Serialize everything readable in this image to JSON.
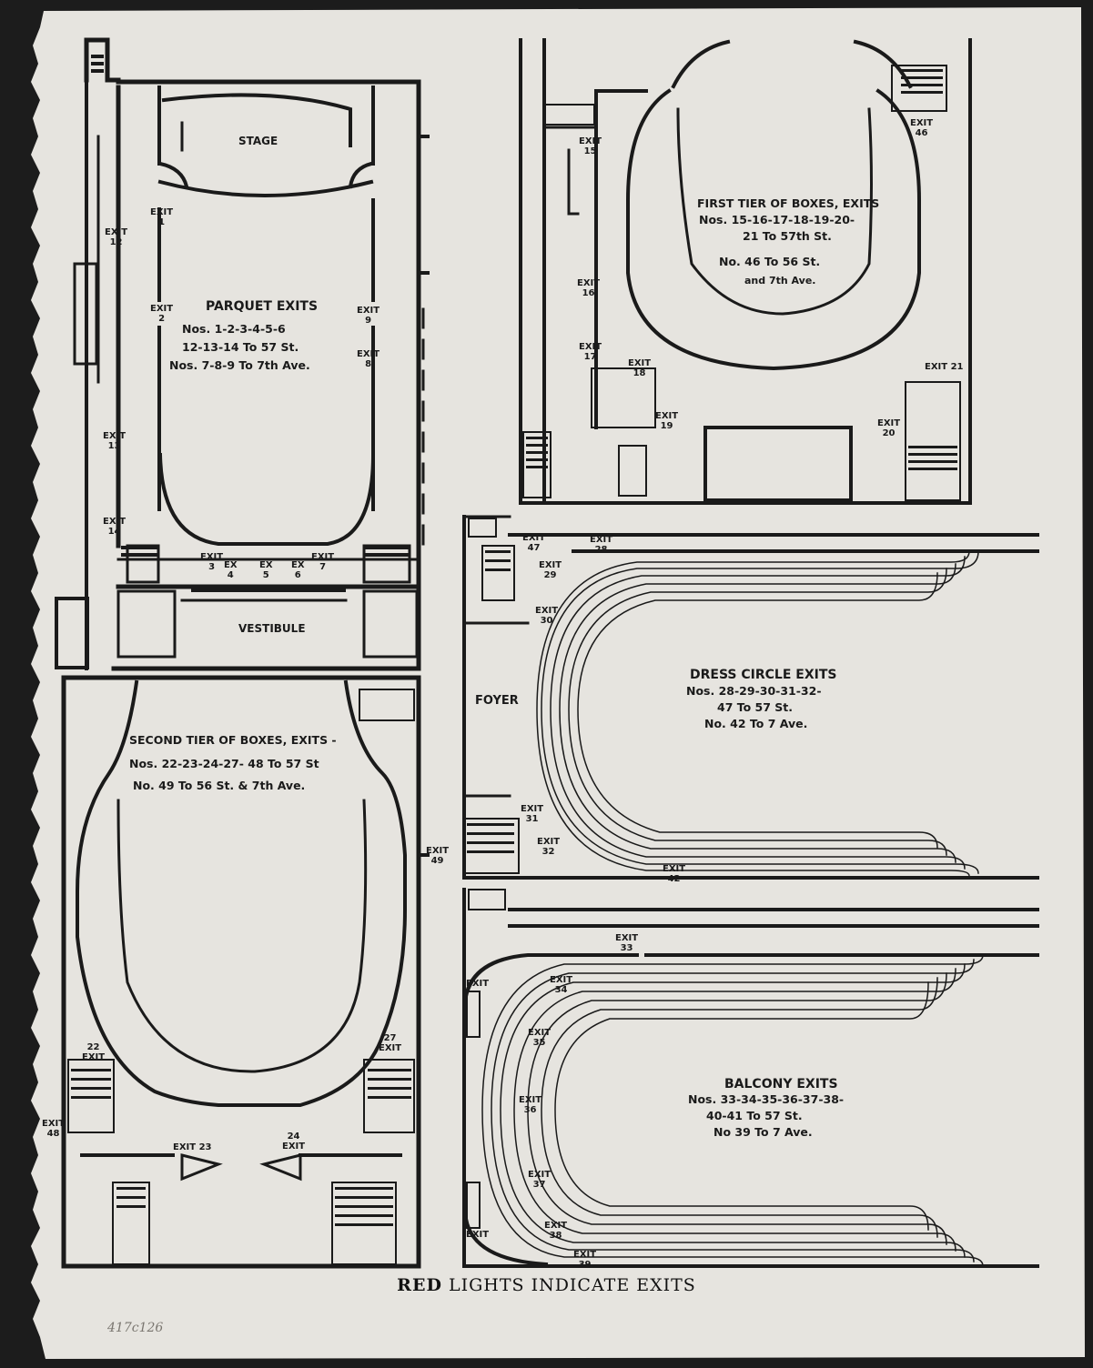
{
  "caption": {
    "emph": "RED",
    "rest": "LIGHTS INDICATE EXITS"
  },
  "pencil_note": "417c126",
  "parquet": {
    "stage": "STAGE",
    "vestibule": "VESTIBULE",
    "title": "PARQUET EXITS",
    "line1": "Nos. 1-2-3-4-5-6",
    "line2": "12-13-14 To 57 St.",
    "line3": "Nos. 7-8-9 To 7th Ave.",
    "exits": {
      "e1": "EXIT\n1",
      "e2": "EXIT\n2",
      "e12": "EXIT\n12",
      "e13": "EXIT\n13",
      "e14": "EXIT\n14",
      "e9": "EXIT\n9",
      "e8": "EXIT\n8",
      "e3": "EXIT\n3",
      "e4": "EX\n4",
      "e5": "EX\n5",
      "e6": "EX\n6",
      "e7": "EXIT\n7"
    }
  },
  "first_tier": {
    "title": "FIRST TIER OF BOXES, EXITS",
    "line1": "Nos. 15-16-17-18-19-20-",
    "line2": "21 To 57th St.",
    "line3": "No. 46 To 56 St.",
    "line4": "and 7th Ave.",
    "exits": {
      "e15": "EXIT\n15",
      "e16": "EXIT\n16",
      "e17": "EXIT\n17",
      "e18": "EXIT\n18",
      "e19": "EXIT\n19",
      "e20": "EXIT\n20",
      "e21": "EXIT 21",
      "e46": "EXIT\n46"
    }
  },
  "second_tier": {
    "title": "SECOND TIER OF BOXES, EXITS -",
    "line1": "Nos. 22-23-24-27- 48 To 57 St",
    "line2": "No. 49 To 56 St. & 7th Ave.",
    "exits": {
      "e22": "22\nEXIT",
      "e27": "27\nEXIT",
      "e48": "EXIT\n48",
      "e23": "EXIT 23",
      "e24": "24\nEXIT",
      "e49": "EXIT\n49"
    }
  },
  "dress_circle": {
    "foyer": "FOYER",
    "title": "DRESS CIRCLE EXITS",
    "line1": "Nos. 28-29-30-31-32-",
    "line2": "47 To 57 St.",
    "line3": "No. 42 To 7 Ave.",
    "exits": {
      "e47": "EXIT\n47",
      "e28": "EXIT\n28",
      "e29": "EXIT\n29",
      "e30": "EXIT\n30",
      "e31": "EXIT\n31",
      "e32": "EXIT\n32",
      "e42": "EXIT\n42"
    }
  },
  "balcony": {
    "title": "BALCONY EXITS",
    "line1": "Nos. 33-34-35-36-37-38-",
    "line2": "40-41 To 57 St.",
    "line3": "No 39 To 7 Ave.",
    "exits": {
      "e33": "EXIT\n33",
      "e34": "EXIT\n34",
      "e35": "EXIT\n35",
      "e36": "EXIT\n36",
      "e37": "EXIT\n37",
      "e38": "EXIT\n38",
      "e39": "EXIT\n39",
      "eTop": "EXIT",
      "eBot": "EXIT"
    }
  },
  "colors": {
    "paper": "#e6e4df",
    "ink": "#1a1a1a",
    "background": "#1c1c1c"
  }
}
